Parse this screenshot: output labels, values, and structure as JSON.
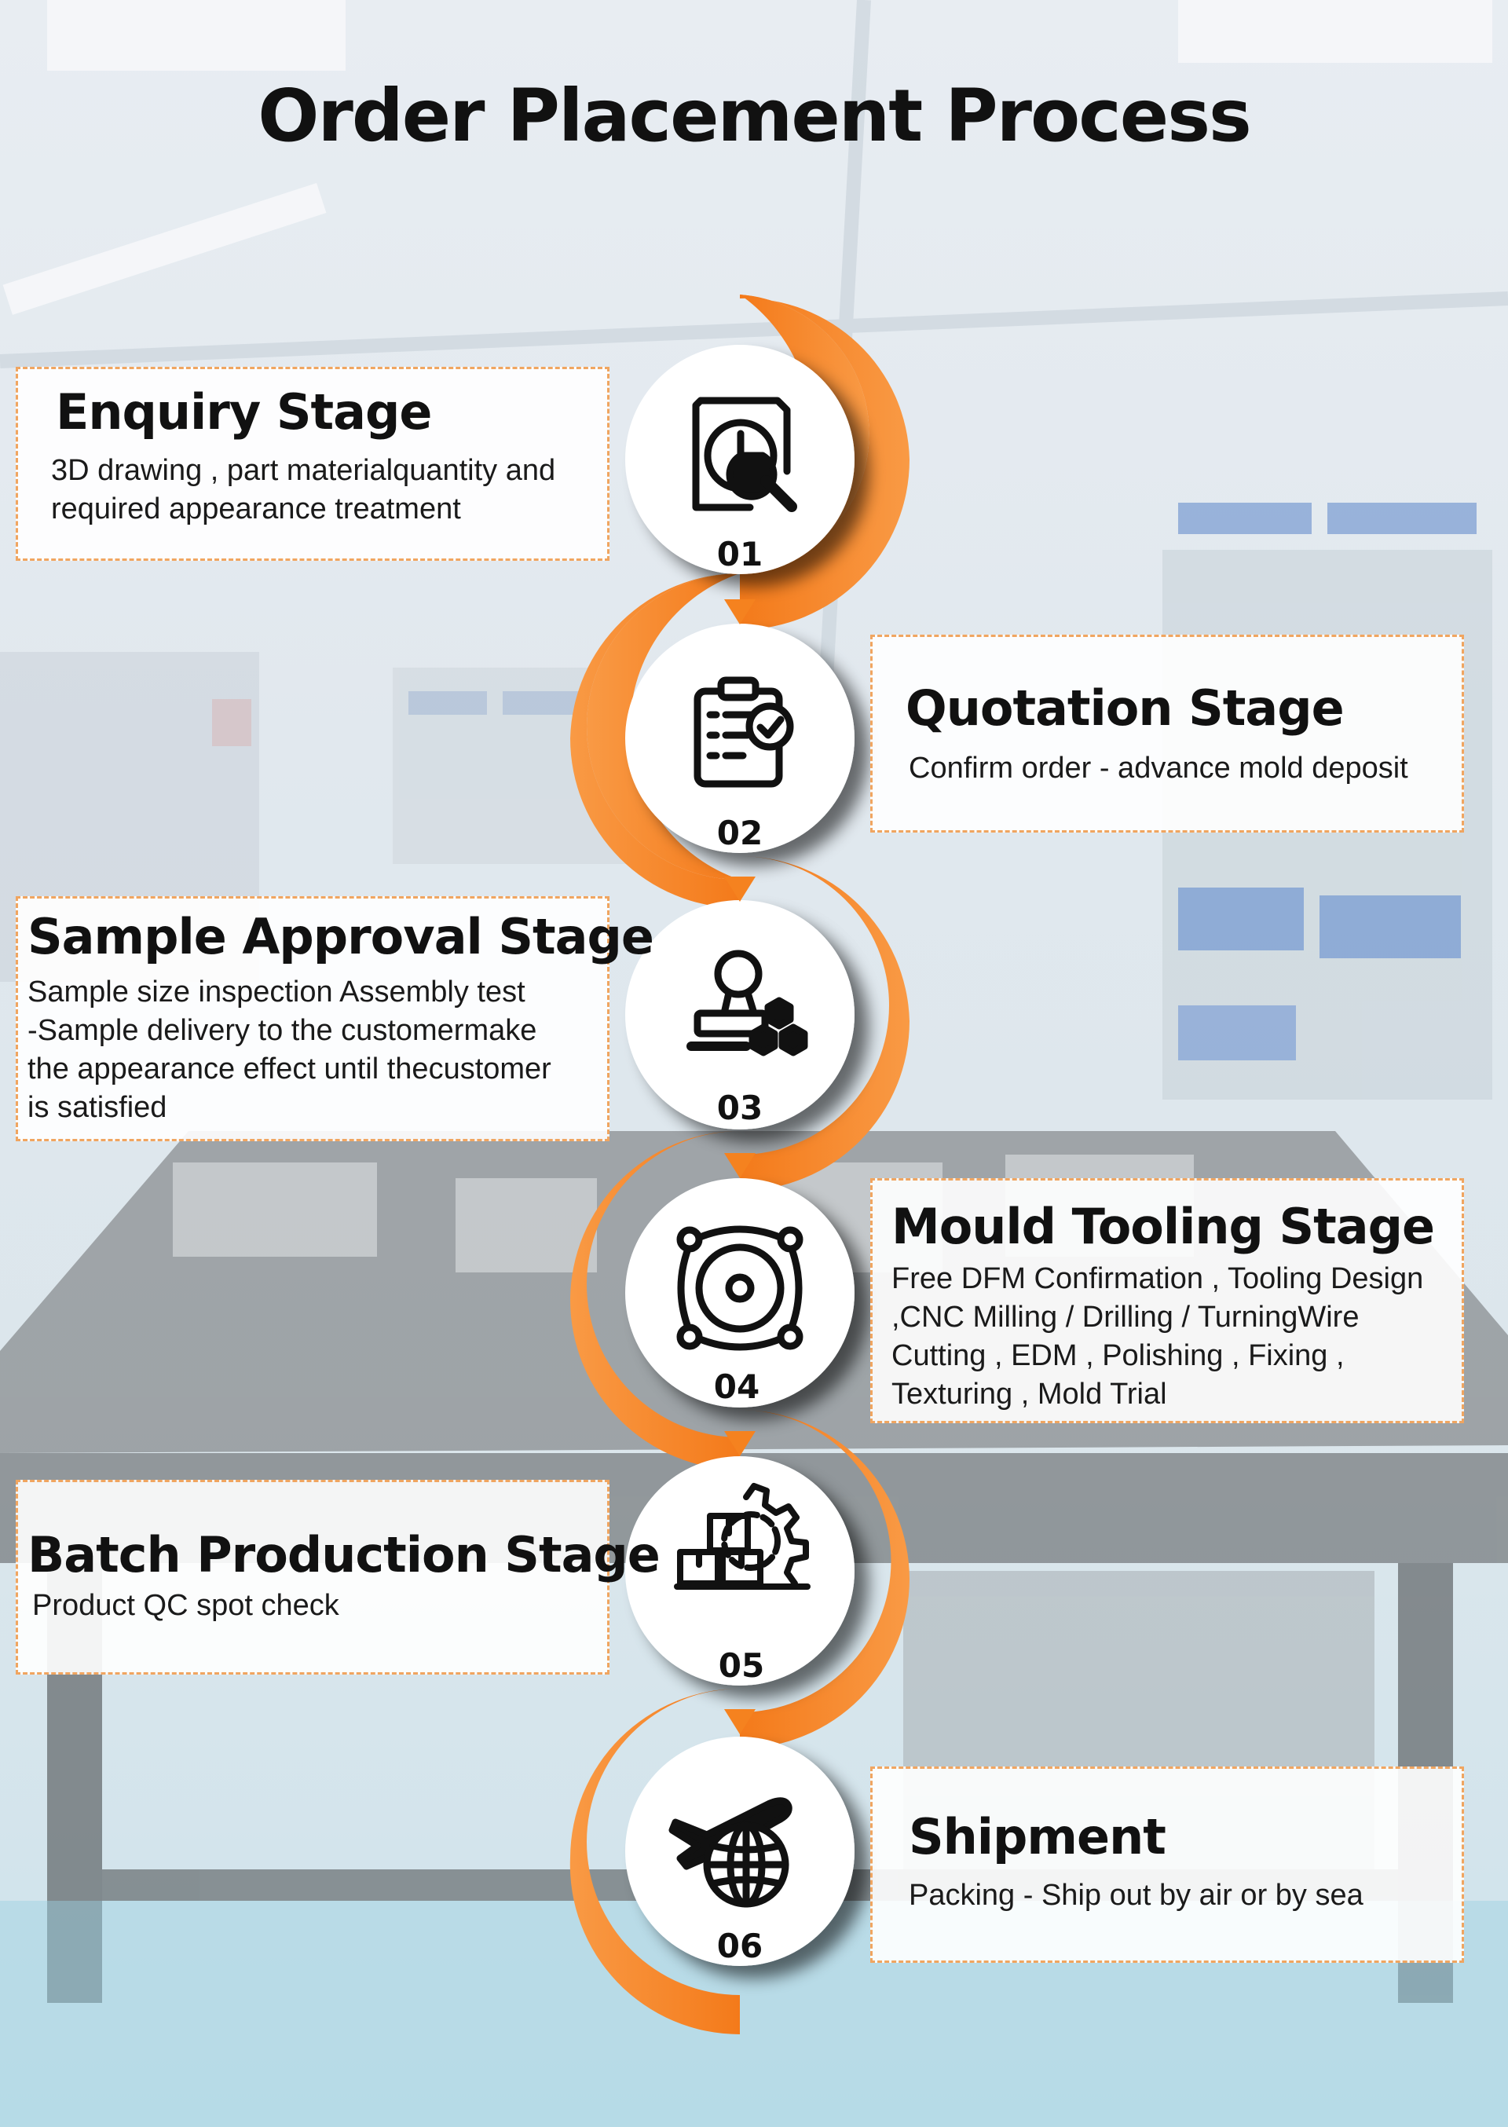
{
  "title": "Order Placement Process",
  "colors": {
    "accent": "#f5821f",
    "card_border": "#f0a560",
    "text": "#111111"
  },
  "steps": [
    {
      "number": "01",
      "title": "Enquiry Stage",
      "desc": "3D drawing , part materialquantity and\nrequired appearance treatment",
      "icon": "document-chart-magnifier-icon"
    },
    {
      "number": "02",
      "title": "Quotation Stage",
      "desc": "Confirm order - advance mold deposit",
      "icon": "clipboard-checklist-icon"
    },
    {
      "number": "03",
      "title": "Sample Approval Stage",
      "desc": "Sample size inspection Assembly test\n-Sample delivery to the customermake\nthe appearance effect until thecustomer\nis satisfied",
      "icon": "stamp-hexagons-icon"
    },
    {
      "number": "04",
      "title": "Mould Tooling Stage",
      "desc": "Free DFM Confirmation , Tooling Design\n,CNC Milling / Drilling / TurningWire\nCutting , EDM , Polishing , Fixing ,\nTexturing , Mold Trial",
      "icon": "mould-plate-icon"
    },
    {
      "number": "05",
      "title": "Batch Production Stage",
      "desc": "Product QC spot check",
      "icon": "gear-boxes-icon"
    },
    {
      "number": "06",
      "title": "Shipment",
      "desc": "Packing - Ship out by air or by sea",
      "icon": "airplane-globe-icon"
    }
  ]
}
